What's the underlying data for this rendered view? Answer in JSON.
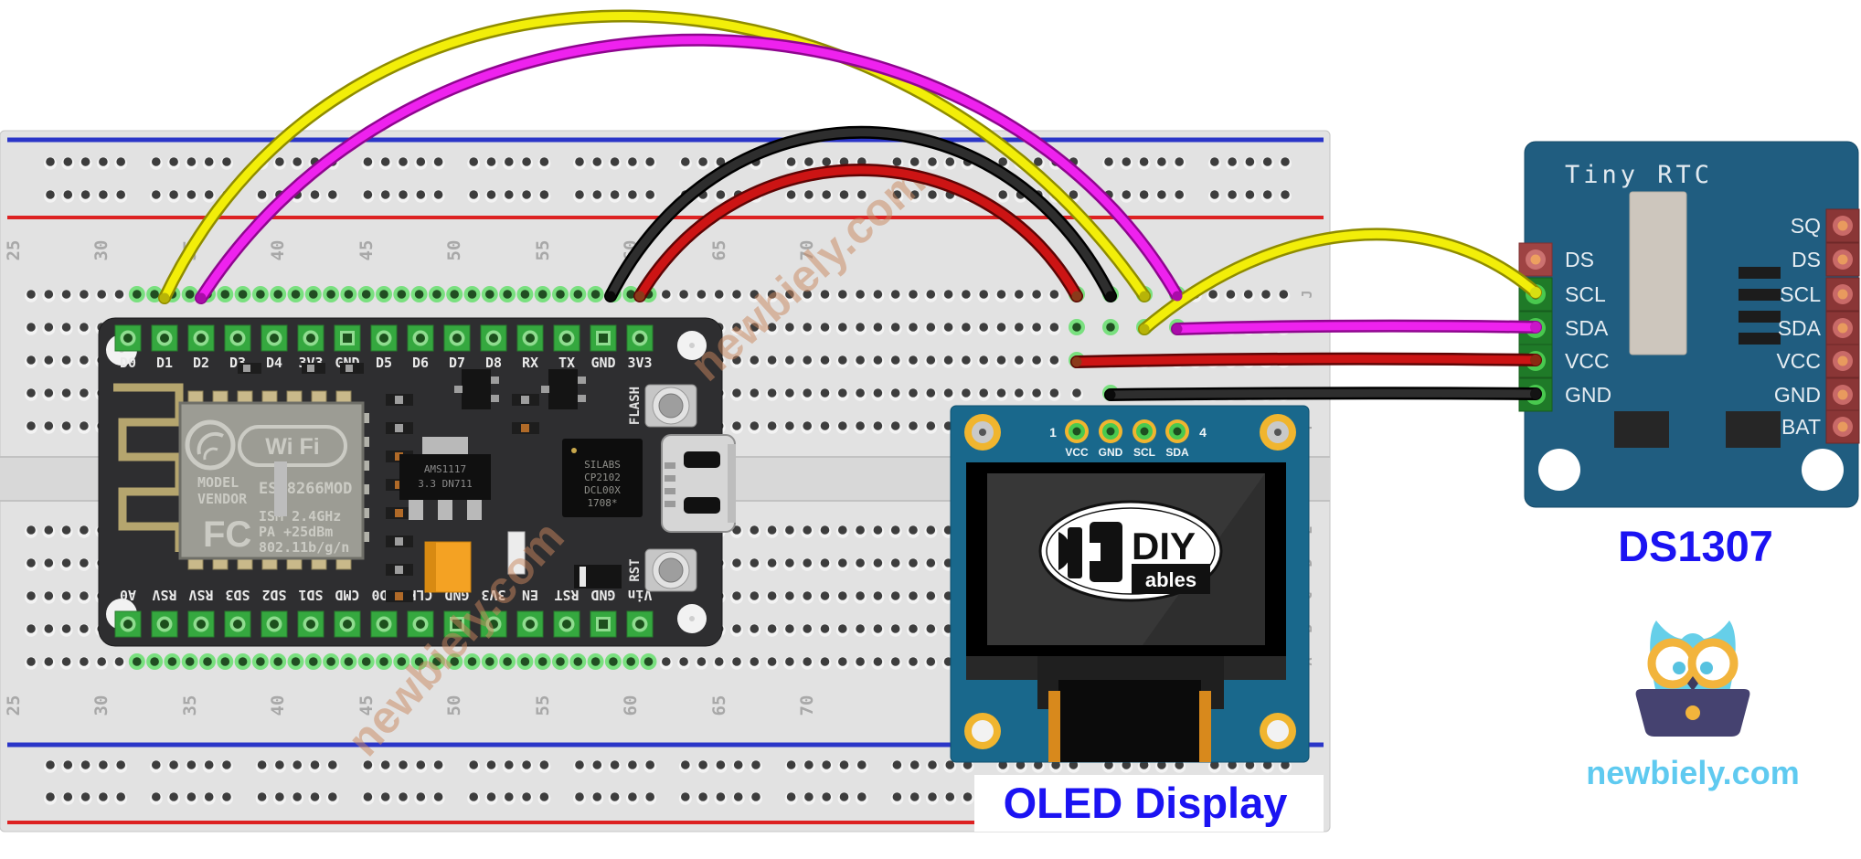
{
  "branding": {
    "watermark": "newbiely.com",
    "site": "newbiely.com"
  },
  "breadboard": {
    "column_numbers": [
      "25",
      "30",
      "35",
      "40",
      "45",
      "50",
      "55",
      "60",
      "65",
      "70"
    ],
    "row_letters_top": [
      "J",
      "I",
      "H",
      "G",
      "F"
    ],
    "row_letters_bottom": [
      "E",
      "D",
      "C",
      "B",
      "A"
    ]
  },
  "esp": {
    "top_pins": [
      "D0",
      "D1",
      "D2",
      "D3",
      "D4",
      "3V3",
      "GND",
      "D5",
      "D6",
      "D7",
      "D8",
      "RX",
      "TX",
      "GND",
      "3V3"
    ],
    "bottom_pins": [
      "A0",
      "RSV",
      "RSV",
      "SD3",
      "SD2",
      "SD1",
      "CMD",
      "SD0",
      "CLK",
      "GND",
      "3V3",
      "EN",
      "RST",
      "GND",
      "Vin"
    ],
    "wifi_logo": "Wi Fi",
    "module_model": "MODEL",
    "module_vendor": "VENDOR",
    "module_name": "ESP8266MOD",
    "fcc": "FC",
    "specs": [
      "ISM 2.4GHz",
      "PA  +25dBm",
      "802.11b/g/n"
    ],
    "regulator": [
      "AMS1117",
      "3.3  DN711"
    ],
    "usb_chip": [
      "SILABS",
      "CP2102",
      "DCL00X",
      "1708*"
    ],
    "flash_label": "FLASH",
    "rst_label": "RST"
  },
  "oled": {
    "first_pin_number": "1",
    "last_pin_number": "4",
    "pins": [
      "VCC",
      "GND",
      "SCL",
      "SDA"
    ],
    "logo_text": "DIY",
    "logo_subtext": "ables",
    "caption": "OLED Display"
  },
  "rtc": {
    "title": "Tiny RTC",
    "left_pins": [
      "DS",
      "SCL",
      "SDA",
      "VCC",
      "GND"
    ],
    "right_pins": [
      "SQ",
      "DS",
      "SCL",
      "SDA",
      "VCC",
      "GND",
      "BAT"
    ],
    "caption": "DS1307"
  },
  "wires": [
    {
      "name": "wire-scl-esp",
      "color": "#f2ee09",
      "from": "ESP8266 D1",
      "to": "breadboard SCL column"
    },
    {
      "name": "wire-sda-esp",
      "color": "#ee22ee",
      "from": "ESP8266 D2",
      "to": "breadboard SDA column"
    },
    {
      "name": "wire-gnd-esp",
      "color": "#2b2b2b",
      "from": "ESP8266 GND",
      "to": "breadboard GND column"
    },
    {
      "name": "wire-vcc-esp",
      "color": "#cc1414",
      "from": "ESP8266 3V3",
      "to": "breadboard VCC column"
    },
    {
      "name": "wire-scl-rtc",
      "color": "#f2ee09",
      "from": "breadboard SCL column",
      "to": "RTC SCL"
    },
    {
      "name": "wire-sda-rtc",
      "color": "#ee22ee",
      "from": "breadboard SDA column",
      "to": "RTC SDA"
    },
    {
      "name": "wire-vcc-rtc",
      "color": "#cc1414",
      "from": "breadboard VCC column",
      "to": "RTC VCC"
    },
    {
      "name": "wire-gnd-rtc",
      "color": "#2b2b2b",
      "from": "breadboard GND column",
      "to": "RTC GND"
    }
  ],
  "colors": {
    "wire_yellow": "#f2ee09",
    "wire_magenta": "#ee22ee",
    "wire_red": "#cc1414",
    "wire_black": "#2b2b2b",
    "oled_pcb": "#19688c",
    "rtc_pcb": "#205d80",
    "caption_blue": "#1b13f2",
    "brand_blue": "#5fcaf0",
    "watermark_tan": "#c9875f"
  }
}
